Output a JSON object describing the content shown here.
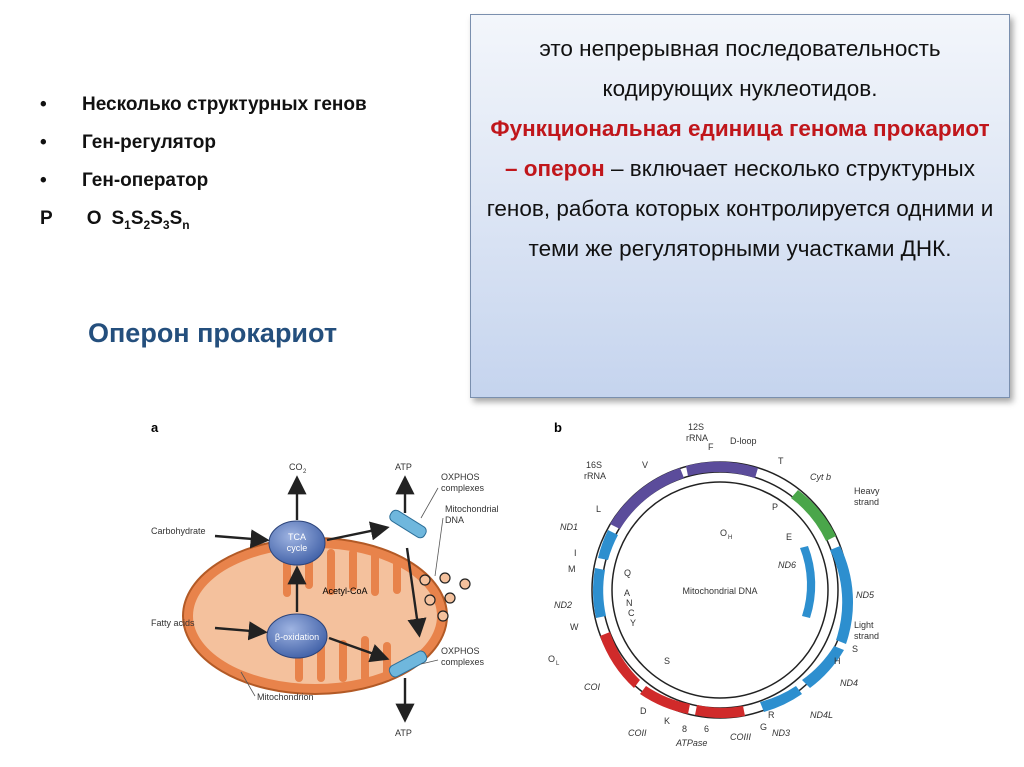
{
  "bullets": {
    "items": [
      "Несколько структурных генов",
      "Ген-регулятор",
      "Ген-оператор"
    ],
    "bullet_char": "•"
  },
  "formula": {
    "p": "P",
    "o": "O",
    "s": "S",
    "subs": [
      "1",
      "2",
      "3",
      "n"
    ]
  },
  "title": "Оперон прокариот",
  "box": {
    "line1": "это непрерывная последовательность кодирующих нуклеотидов.",
    "red_text": "Функциональная единица генома прокариот – оперон",
    "rest_text": " – включает несколько структурных генов, работа которых контролируется одними и теми же регуляторными участками ДНК.",
    "colors": {
      "red": "#c0161b",
      "bg_top": "#f3f6fb",
      "bg_bottom": "#c5d4ee"
    }
  },
  "figure_a": {
    "panel_label": "a",
    "labels": {
      "co2": "CO",
      "co2_sub": "2",
      "atp_top": "ATP",
      "atp_bottom": "ATP",
      "oxphos_top_1": "OXPHOS",
      "oxphos_top_2": "complexes",
      "mtdna_1": "Mitochondrial",
      "mtdna_2": "DNA",
      "carbohydrate": "Carbohydrate",
      "fatty_acids": "Fatty acids",
      "tca_1": "TCA",
      "tca_2": "cycle",
      "beta_1": "β-oxidation",
      "acetyl": "Acetyl-CoA",
      "oxphos_bot_1": "OXPHOS",
      "oxphos_bot_2": "complexes",
      "mitochondrion": "Mitochondrion"
    },
    "colors": {
      "orange": "#e8834b",
      "blue": "#5a78b8"
    }
  },
  "figure_b": {
    "panel_label": "b",
    "center": "Mitochondrial DNA",
    "labels": {
      "s12_1": "12S",
      "s12_2": "rRNA",
      "f": "F",
      "dloop": "D-loop",
      "s16_1": "16S",
      "s16_2": "rRNA",
      "v": "V",
      "t": "T",
      "cytb": "Cyt b",
      "heavy_1": "Heavy",
      "heavy_2": "strand",
      "p": "P",
      "l": "L",
      "oh": "O",
      "oh_sub": "H",
      "nd1": "ND1",
      "e": "E",
      "i": "I",
      "q": "Q",
      "m": "M",
      "nd6": "ND6",
      "nd2": "ND2",
      "a": "A",
      "n": "N",
      "c": "C",
      "y": "Y",
      "nd5": "ND5",
      "w": "W",
      "light_1": "Light",
      "light_2": "strand",
      "s_right": "S",
      "h": "H",
      "ol": "O",
      "ol_sub": "L",
      "s_inner": "S",
      "nd4": "ND4",
      "coi": "COI",
      "nd4l": "ND4L",
      "d": "D",
      "r": "R",
      "k": "K",
      "g": "G",
      "nd3": "ND3",
      "coii": "COII",
      "eight": "8",
      "six": "6",
      "atpase": "ATPase",
      "coiii": "COIII"
    }
  }
}
